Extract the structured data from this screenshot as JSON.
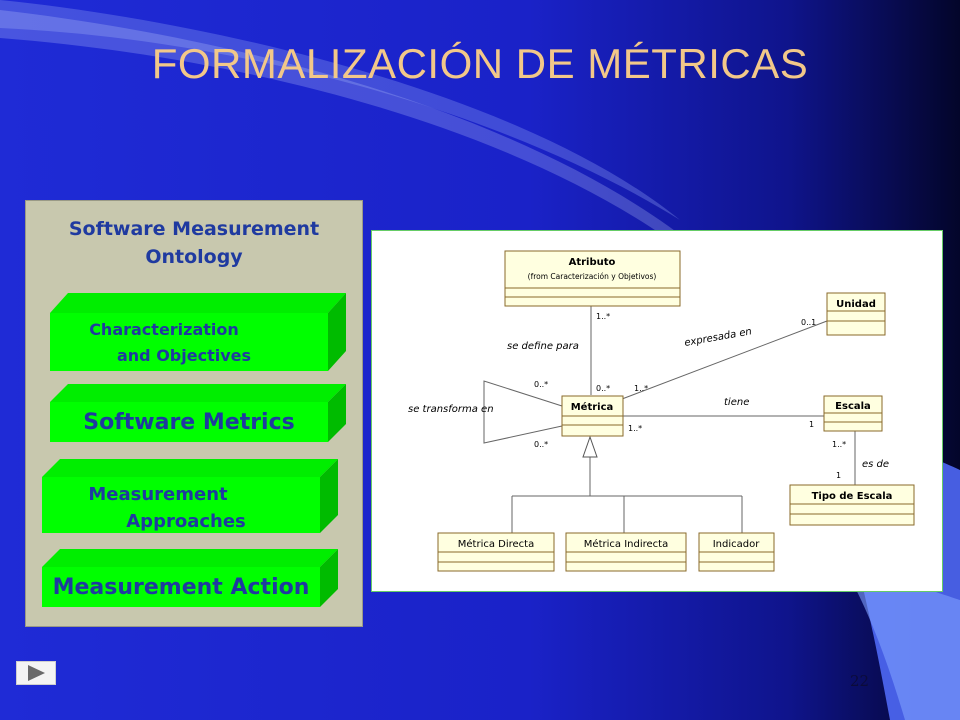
{
  "slide": {
    "title": "FORMALIZACIÓN DE MÉTRICAS",
    "page_number": "22",
    "next_icon": "triangle-right-icon"
  },
  "ontology": {
    "title_line1": "Software Measurement",
    "title_line2": "Ontology",
    "boxes": [
      {
        "line1": "Characterization",
        "line2": "and Objectives"
      },
      {
        "line1": "Software Metrics"
      },
      {
        "line1": "Measurement",
        "line2": "Approaches"
      },
      {
        "line1": "Measurement Action"
      }
    ],
    "colors": {
      "box_front": "#00ff00",
      "box_side": "#00cc00",
      "text": "#1f3aa0"
    }
  },
  "uml": {
    "classes": {
      "atributo": {
        "name": "Atributo",
        "stereo": "(from Caracterización y Objetivos)"
      },
      "unidad": {
        "name": "Unidad"
      },
      "metrica": {
        "name": "Métrica"
      },
      "escala": {
        "name": "Escala"
      },
      "tipo_escala": {
        "name": "Tipo de Escala"
      },
      "metrica_directa": {
        "name": "Métrica Directa"
      },
      "metrica_indirecta": {
        "name": "Métrica Indirecta"
      },
      "indicador": {
        "name": "Indicador"
      }
    },
    "associations": {
      "se_define_para": "se define para",
      "expresada_en": "expresada en",
      "tiene": "tiene",
      "es_de": "es de",
      "se_transforma_en": "se transforma en"
    },
    "multiplicities": {
      "atributo_metrica_top": "1..*",
      "atributo_metrica_bottom": "0..*",
      "metrica_unidad_start": "1..*",
      "metrica_unidad_end": "0..1",
      "metrica_escala_start": "1..*",
      "metrica_escala_end": "1",
      "self_top": "0..*",
      "self_bottom": "0..*",
      "escala_tipo_top": "1..*",
      "escala_tipo_bottom": "1"
    }
  }
}
